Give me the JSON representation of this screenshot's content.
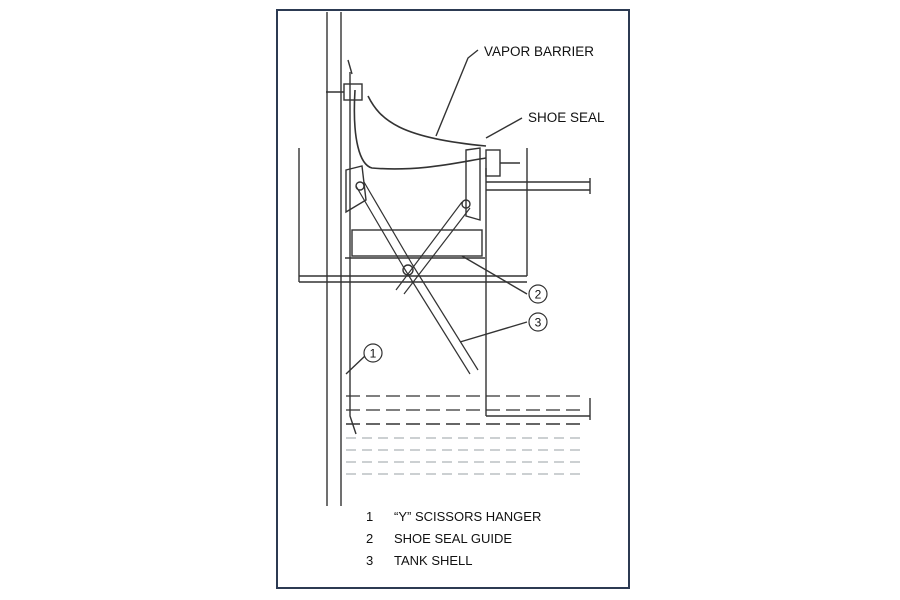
{
  "callouts": {
    "vapor_barrier": "VAPOR BARRIER",
    "shoe_seal": "SHOE SEAL"
  },
  "markers": [
    "1",
    "2",
    "3"
  ],
  "legend": [
    {
      "num": "1",
      "text": "“Y” SCISSORS HANGER"
    },
    {
      "num": "2",
      "text": "SHOE SEAL GUIDE"
    },
    {
      "num": "3",
      "text": "TANK SHELL"
    }
  ],
  "colors": {
    "frame": "#2c3a52",
    "line": "#333333"
  }
}
